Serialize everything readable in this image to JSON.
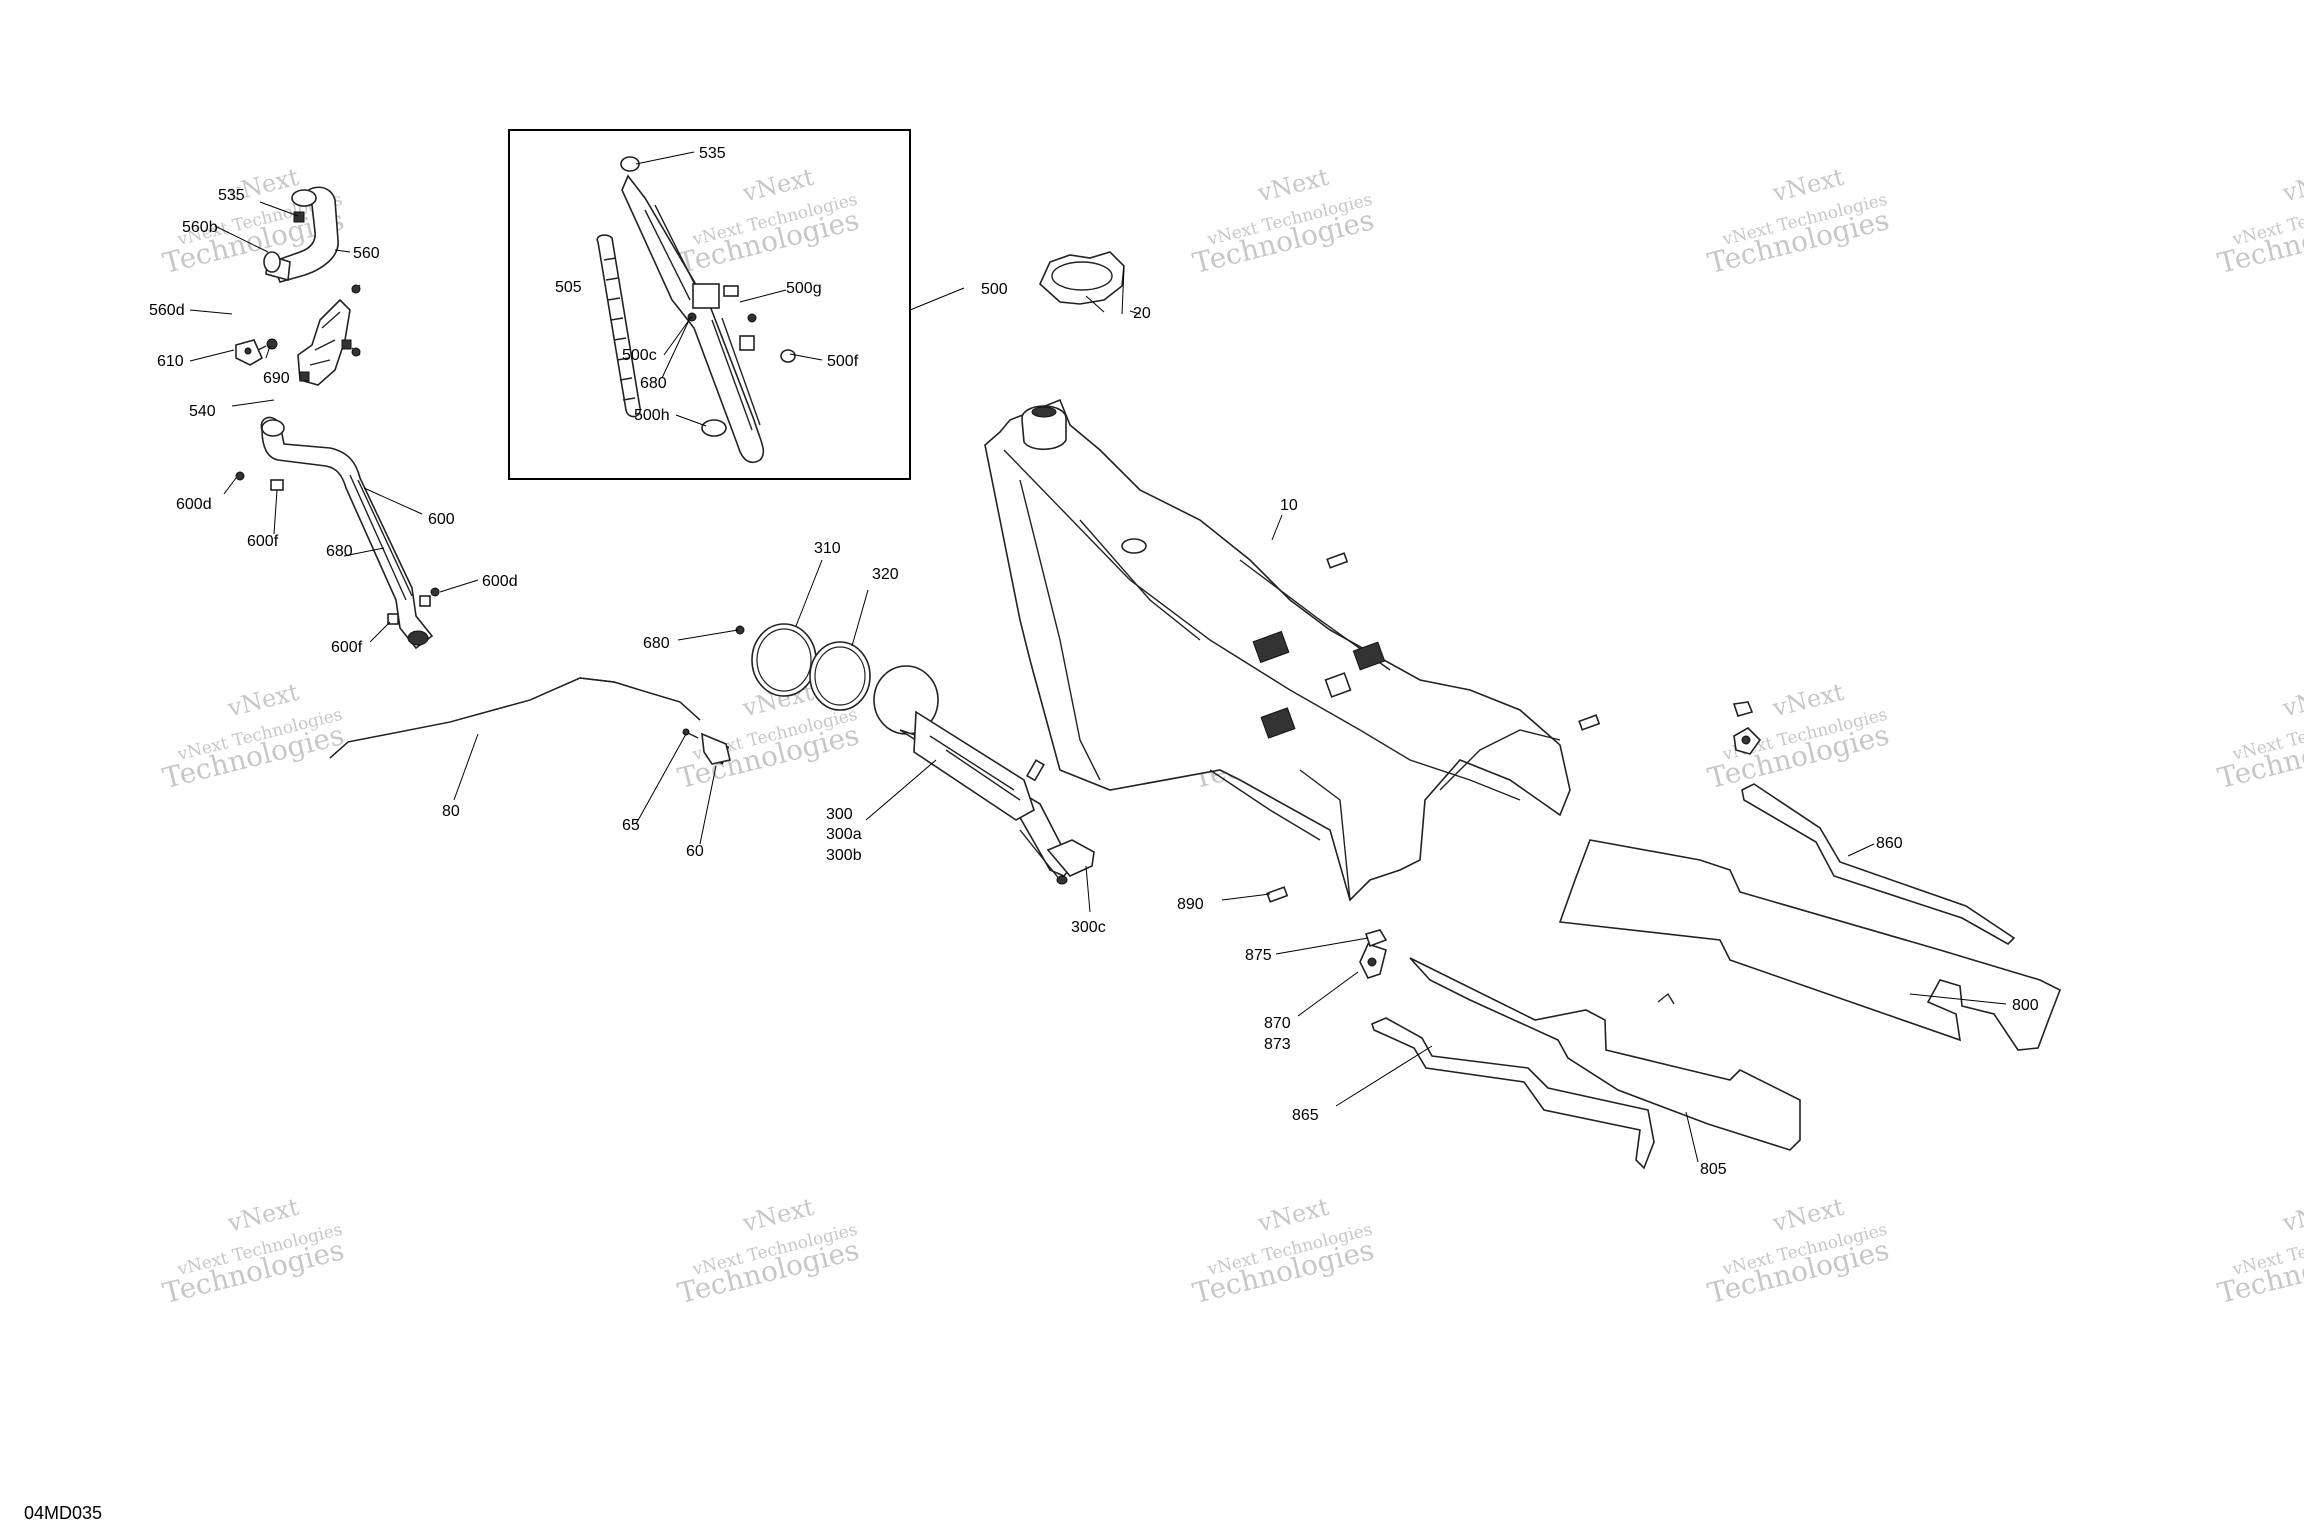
{
  "drawing_code": "04MD035",
  "watermark": {
    "line1": "vNext",
    "line2": "vNext Technologies",
    "line3": "Technologies"
  },
  "callouts": {
    "c535a": "535",
    "c560b": "560b",
    "c560": "560",
    "c560d": "560d",
    "c610": "610",
    "c690": "690",
    "c540": "540",
    "c600d_a": "600d",
    "c600f_a": "600f",
    "c600": "600",
    "c680a": "680",
    "c600d_b": "600d",
    "c600f_b": "600f",
    "c535b": "535",
    "c505": "505",
    "c500g": "500g",
    "c500c": "500c",
    "c680b": "680",
    "c500f": "500f",
    "c500h": "500h",
    "c500": "500",
    "c20": "20",
    "c10": "10",
    "c310": "310",
    "c320": "320",
    "c680c": "680",
    "c80": "80",
    "c65": "65",
    "c60": "60",
    "c300": "300",
    "c300a": "300a",
    "c300b": "300b",
    "c300c": "300c",
    "c890": "890",
    "c875": "875",
    "c870": "870",
    "c873": "873",
    "c860": "860",
    "c800": "800",
    "c865": "865",
    "c805": "805"
  }
}
